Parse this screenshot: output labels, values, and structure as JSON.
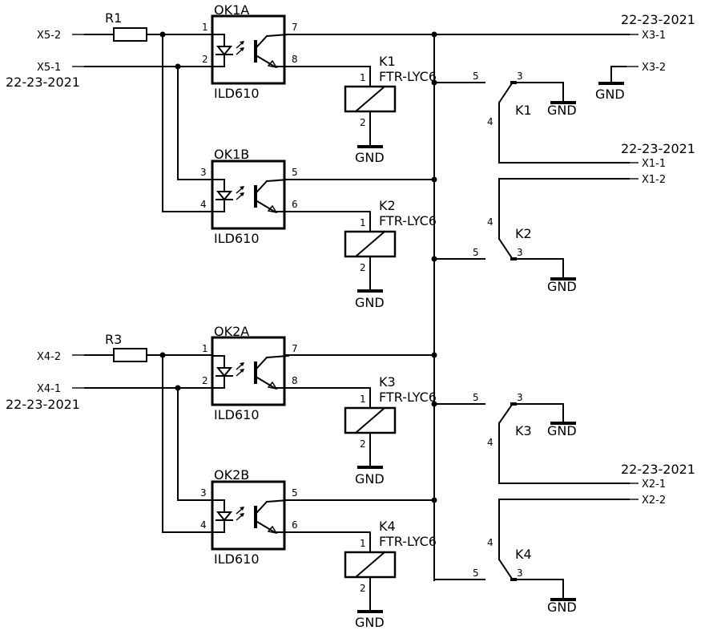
{
  "resistors": {
    "r1": "R1",
    "r3": "R3"
  },
  "optos": [
    {
      "ref": "OK1A",
      "part": "ILD610",
      "p_in_a": "1",
      "p_in_b": "2",
      "p_out_a": "7",
      "p_out_b": "8"
    },
    {
      "ref": "OK1B",
      "part": "ILD610",
      "p_in_a": "3",
      "p_in_b": "4",
      "p_out_a": "5",
      "p_out_b": "6"
    },
    {
      "ref": "OK2A",
      "part": "ILD610",
      "p_in_a": "1",
      "p_in_b": "2",
      "p_out_a": "7",
      "p_out_b": "8"
    },
    {
      "ref": "OK2B",
      "part": "ILD610",
      "p_in_a": "3",
      "p_in_b": "4",
      "p_out_a": "5",
      "p_out_b": "6"
    }
  ],
  "relays": [
    {
      "ref": "K1",
      "part": "FTR-LYC6",
      "pin1": "1",
      "pin2": "2",
      "pin3": "3",
      "pin4": "4",
      "pin5": "5"
    },
    {
      "ref": "K2",
      "part": "FTR-LYC6",
      "pin1": "1",
      "pin2": "2",
      "pin3": "3",
      "pin4": "4",
      "pin5": "5"
    },
    {
      "ref": "K3",
      "part": "FTR-LYC6",
      "pin1": "1",
      "pin2": "2",
      "pin3": "3",
      "pin4": "4",
      "pin5": "5"
    },
    {
      "ref": "K4",
      "part": "FTR-LYC6",
      "pin1": "1",
      "pin2": "2",
      "pin3": "3",
      "pin4": "4",
      "pin5": "5"
    }
  ],
  "connectors": {
    "x5_2": "X5-2",
    "x5_1": "X5-1",
    "x4_2": "X4-2",
    "x4_1": "X4-1",
    "x3_1": "X3-1",
    "x3_2": "X3-2",
    "x1_1": "X1-1",
    "x1_2": "X1-2",
    "x2_1": "X2-1",
    "x2_2": "X2-2"
  },
  "date_label": "22-23-2021",
  "gnd_label": "GND"
}
